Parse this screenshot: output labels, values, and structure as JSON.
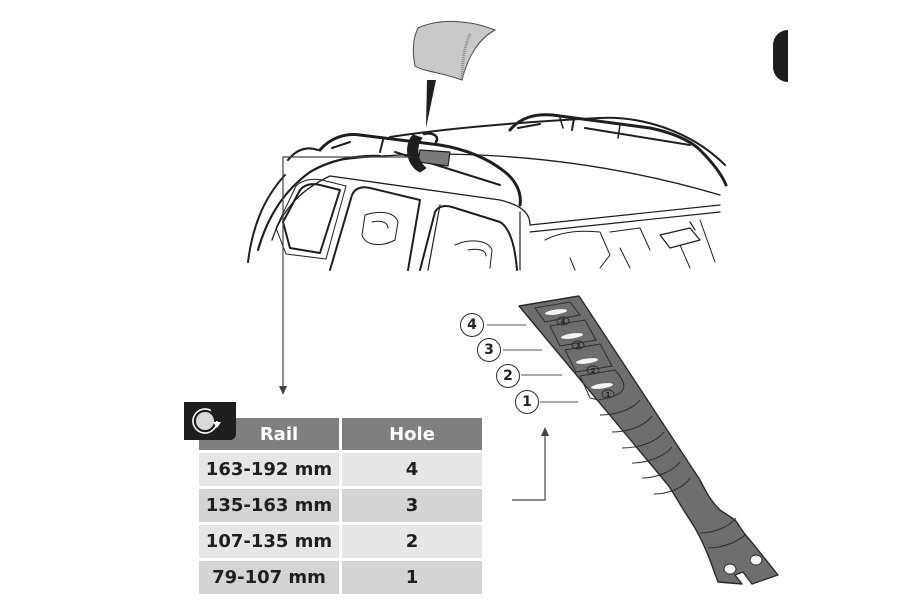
{
  "table": {
    "headers": {
      "rail": "Rail",
      "hole": "Hole"
    },
    "rows": [
      {
        "rail": "163-192 mm",
        "hole": "4"
      },
      {
        "rail": "135-163 mm",
        "hole": "3"
      },
      {
        "rail": "107-135 mm",
        "hole": "2"
      },
      {
        "rail": "79-107 mm",
        "hole": "1"
      }
    ]
  },
  "strap": {
    "callouts": [
      "4",
      "3",
      "2",
      "1"
    ],
    "hole_labels": [
      "4",
      "3",
      "2",
      "1"
    ]
  },
  "icons": {
    "rotate": "rotate-clockwise-icon",
    "tape": "tape-pad-icon",
    "step_marker": "half-circle-step-marker"
  },
  "colors": {
    "table_header": "#7f7e80",
    "row_light": "#e6e6e7",
    "row_dark": "#d3d4d6",
    "strap": "#6e6e70",
    "strap_slot": "#5a5a5c",
    "tape_pad": "#c9c9cb",
    "rail_band": "#7a7a7a",
    "ink": "#1e1e1e"
  }
}
